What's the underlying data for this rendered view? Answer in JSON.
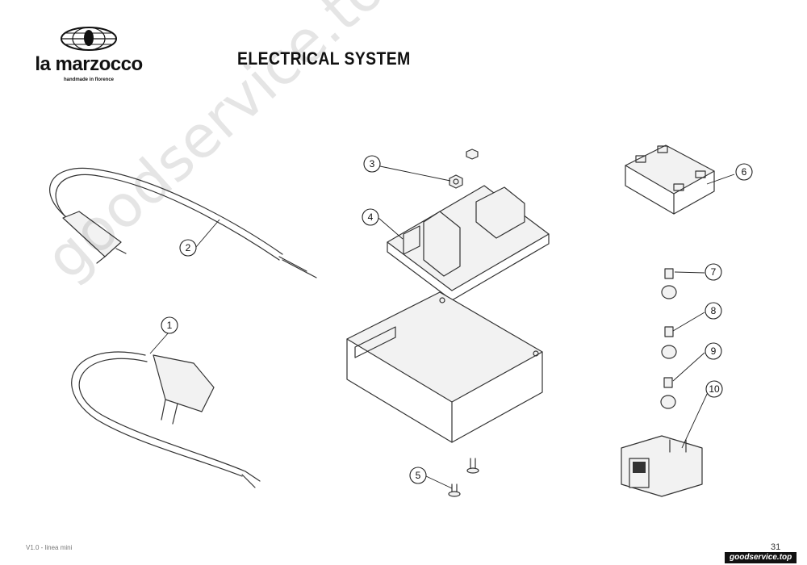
{
  "header": {
    "brand": "la marzocco",
    "tagline": "handmade in florence",
    "title": "ELECTRICAL SYSTEM"
  },
  "footer": {
    "version": "V1.0 - linea mini",
    "page_number": "31",
    "site_badge": "goodservice.top"
  },
  "watermark": "goodservice.top",
  "callouts": [
    "1",
    "2",
    "3",
    "4",
    "5",
    "6",
    "7",
    "8",
    "9",
    "10"
  ]
}
